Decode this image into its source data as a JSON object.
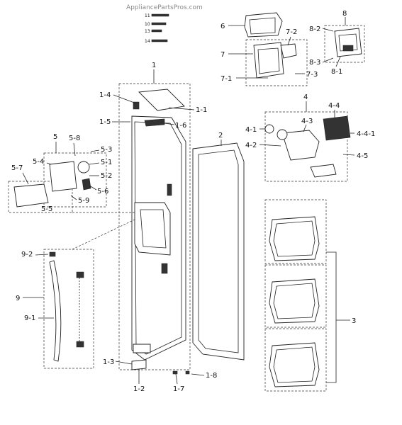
{
  "watermark": "AppliancePartsPros.com",
  "labels": {
    "l1": "1",
    "l1_1": "1-1",
    "l1_2": "1-2",
    "l1_3": "1-3",
    "l1_4": "1-4",
    "l1_5": "1-5",
    "l1_6": "1-6",
    "l1_7": "1-7",
    "l1_8": "1-8",
    "l2": "2",
    "l3": "3",
    "l4": "4",
    "l4_1": "4-1",
    "l4_2": "4-2",
    "l4_3": "4-3",
    "l4_4": "4-4",
    "l4_4_1": "4-4-1",
    "l4_5": "4-5",
    "l5": "5",
    "l5_1": "5-1",
    "l5_2": "5-2",
    "l5_3": "5-3",
    "l5_4": "5-4",
    "l5_5": "5-5",
    "l5_6": "5-6",
    "l5_7": "5-7",
    "l5_8": "5-8",
    "l5_9": "5-9",
    "l6": "6",
    "l7": "7",
    "l7_1": "7-1",
    "l7_2": "7-2",
    "l7_3": "7-3",
    "l8": "8",
    "l8_1": "8-1",
    "l8_2": "8-2",
    "l8_3": "8-3",
    "l9": "9",
    "l9_1": "9-1",
    "l9_2": "9-2",
    "l10": "10",
    "l11": "11",
    "l13": "13",
    "l14": "14"
  }
}
